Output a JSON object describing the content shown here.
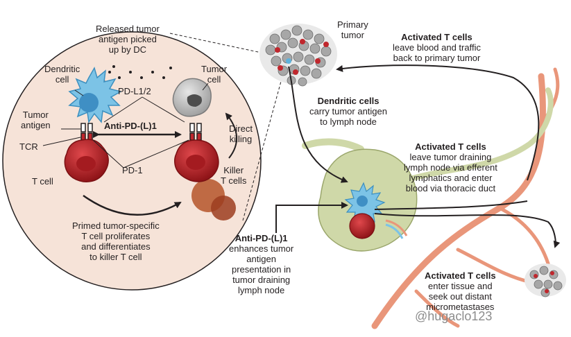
{
  "labels": {
    "released": [
      "Released tumor",
      "antigen picked",
      "up by DC"
    ],
    "dendritic": [
      "Dendritic",
      "cell"
    ],
    "tumor_cell": [
      "Tumor",
      "cell"
    ],
    "pdl12": "PD-L1/2",
    "tumor_antigen": [
      "Tumor",
      "antigen"
    ],
    "anti_pd": "Anti-PD-(L)1",
    "tcr": "TCR",
    "direct_killing": [
      "Direct",
      "killing"
    ],
    "pd1": "PD-1",
    "tcell": "T cell",
    "killer": [
      "Killer",
      "T cells"
    ],
    "primed": [
      "Primed tumor-specific",
      "T cell proliferates",
      "and differentiates",
      "to killer T cell"
    ],
    "primary_tumor": [
      "Primary",
      "tumor"
    ],
    "activated_top_head": "Activated T cells",
    "activated_top": [
      "leave blood and traffic",
      "back to primary tumor"
    ],
    "dc_carry_head": "Dendritic cells",
    "dc_carry": [
      "carry tumor antigen",
      "to lymph node"
    ],
    "activated_mid_head": "Activated T cells",
    "activated_mid": [
      "leave tumor draining",
      "lymph node via efferent",
      "lymphatics and enter",
      "blood via thoracic duct"
    ],
    "anti_pd_head": "Anti-PD-(L)1",
    "anti_pd_body": [
      "enhances tumor",
      "antigen",
      "presentation in",
      "tumor draining",
      "lymph node"
    ],
    "activated_bot_head": "Activated T cells",
    "activated_bot": [
      "enter tissue and",
      "seek out distant",
      "micrometastases"
    ],
    "watermark": "@hugaclo123"
  },
  "colors": {
    "circle_fill": "#f6e3d8",
    "dc_blue": "#5fb3dc",
    "tcell_red": "#c0272d",
    "tumor_gray": "#9a9a9a",
    "lymph_green": "#cfd8a8",
    "vessel_salmon": "#e9967a"
  }
}
